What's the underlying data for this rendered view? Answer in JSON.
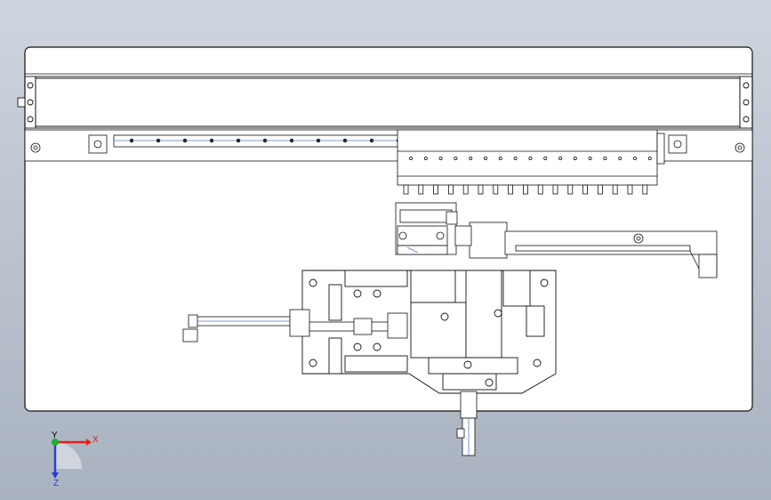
{
  "triad": {
    "x_label": "X",
    "y_label": "Y",
    "z_label": "Z",
    "colors": {
      "x": "#e02020",
      "y": "#1fae2a",
      "z": "#2a3cd8"
    }
  },
  "drawing": {
    "background_top": "#cfd5de",
    "background_bottom": "#a9b2c0",
    "sheet_fill": "#ffffff",
    "line_color": "#111111",
    "accent_line_color": "#5a7fb8"
  }
}
